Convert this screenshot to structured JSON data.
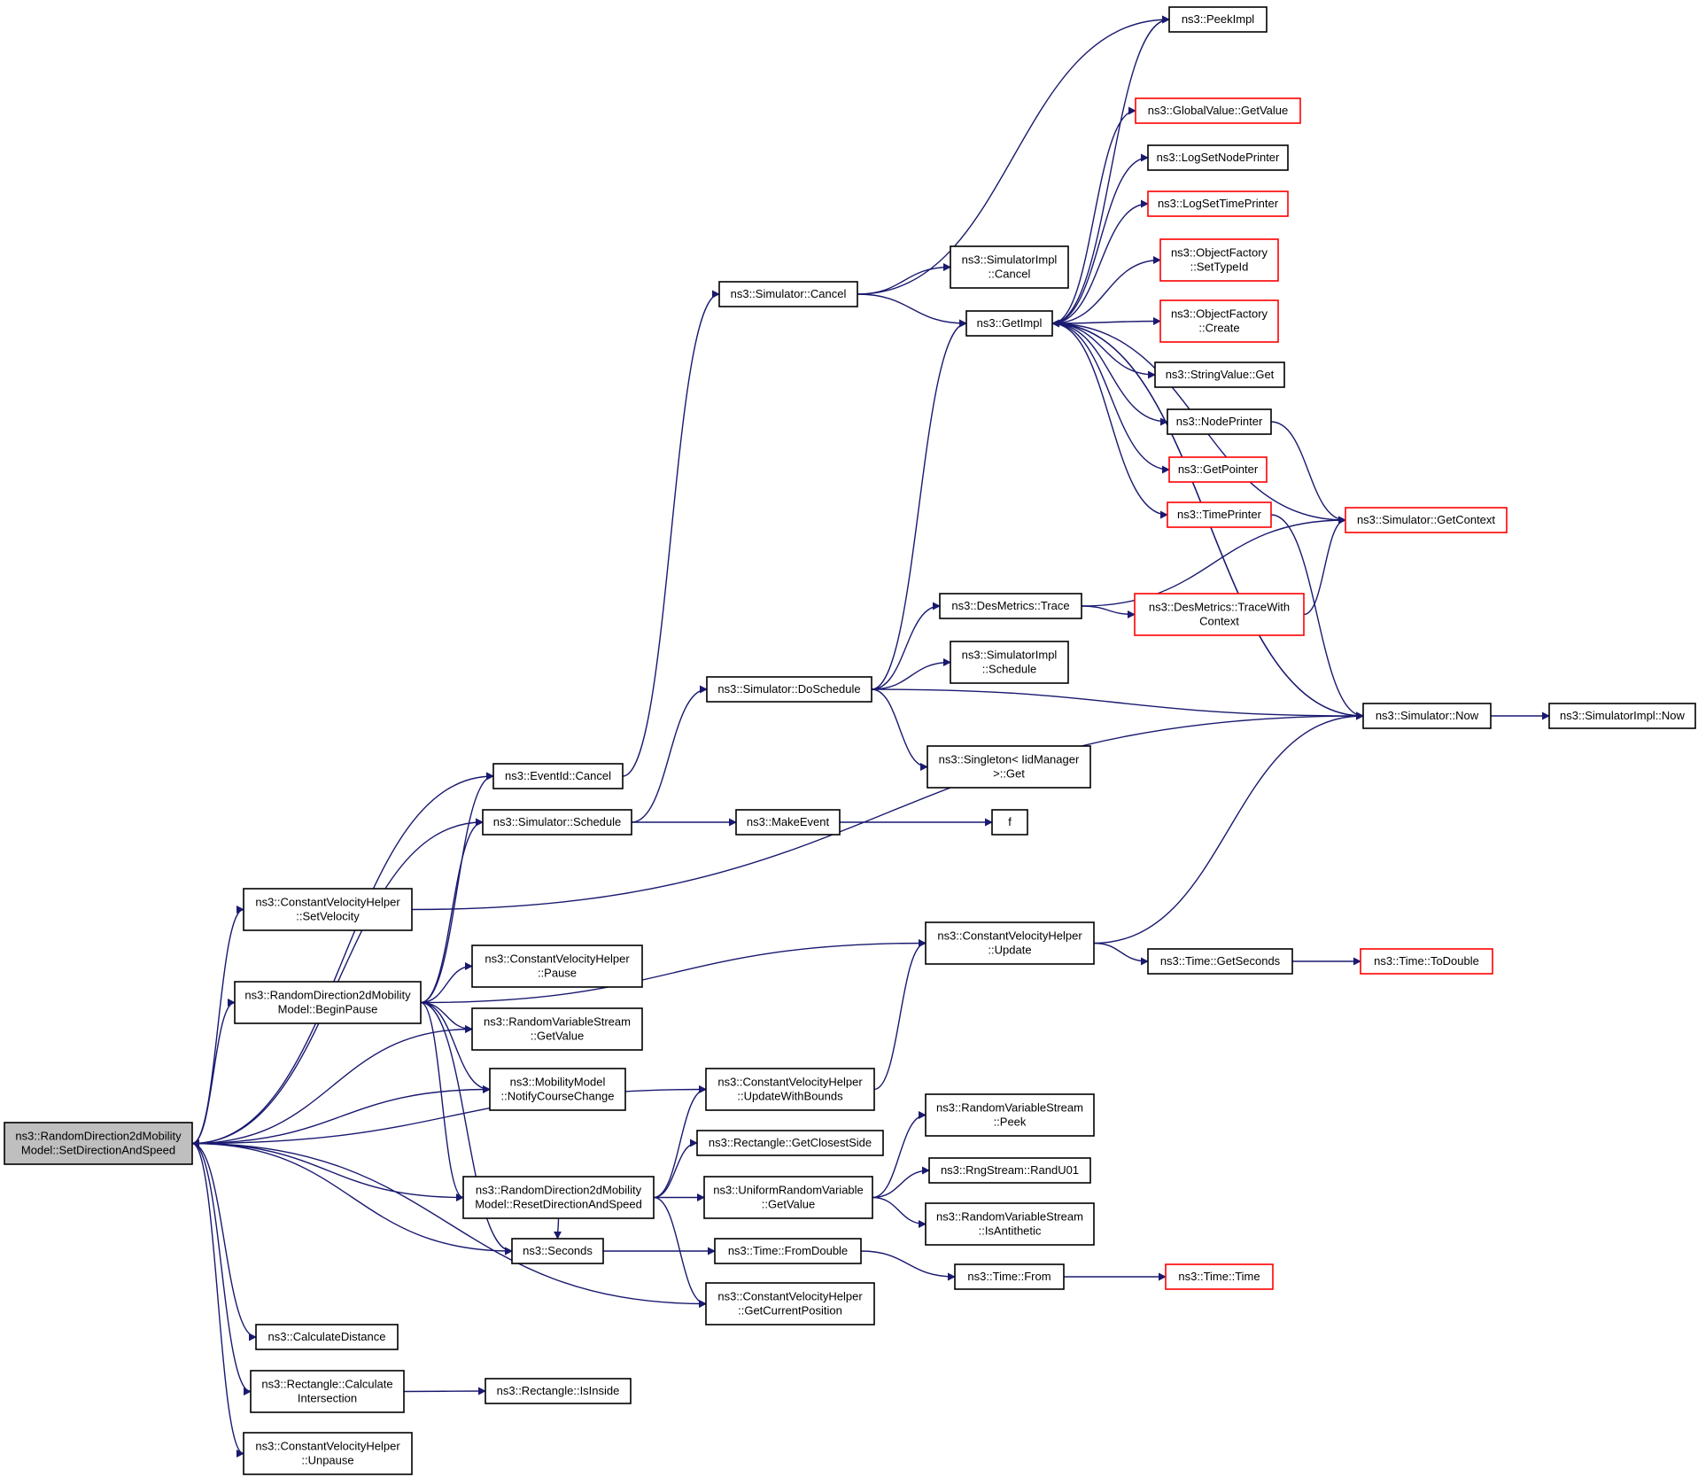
{
  "colors": {
    "edge": "#191970",
    "border_normal": "#000000",
    "border_truncated": "#ff0000",
    "root_fill": "#bfbfbf",
    "node_fill": "#ffffff"
  },
  "nodes": [
    {
      "id": "root",
      "lines": [
        "ns3::RandomDirection2dMobility",
        "Model::SetDirectionAndSpeed"
      ],
      "style": "root"
    },
    {
      "id": "eventid_cancel",
      "lines": [
        "ns3::EventId::Cancel"
      ],
      "style": "normal"
    },
    {
      "id": "sim_schedule",
      "lines": [
        "ns3::Simulator::Schedule"
      ],
      "style": "normal"
    },
    {
      "id": "cvh_setvelocity",
      "lines": [
        "ns3::ConstantVelocityHelper",
        "::SetVelocity"
      ],
      "style": "normal"
    },
    {
      "id": "begin_pause",
      "lines": [
        "ns3::RandomDirection2dMobility",
        "Model::BeginPause"
      ],
      "style": "normal"
    },
    {
      "id": "cvh_pause",
      "lines": [
        "ns3::ConstantVelocityHelper",
        "::Pause"
      ],
      "style": "normal"
    },
    {
      "id": "rvs_getvalue",
      "lines": [
        "ns3::RandomVariableStream",
        "::GetValue"
      ],
      "style": "normal"
    },
    {
      "id": "mm_notify",
      "lines": [
        "ns3::MobilityModel",
        "::NotifyCourseChange"
      ],
      "style": "normal"
    },
    {
      "id": "reset_dir",
      "lines": [
        "ns3::RandomDirection2dMobility",
        "Model::ResetDirectionAndSpeed"
      ],
      "style": "normal"
    },
    {
      "id": "seconds",
      "lines": [
        "ns3::Seconds"
      ],
      "style": "normal"
    },
    {
      "id": "calc_distance",
      "lines": [
        "ns3::CalculateDistance"
      ],
      "style": "normal"
    },
    {
      "id": "rect_calc_int",
      "lines": [
        "ns3::Rectangle::Calculate",
        "Intersection"
      ],
      "style": "normal"
    },
    {
      "id": "cvh_unpause",
      "lines": [
        "ns3::ConstantVelocityHelper",
        "::Unpause"
      ],
      "style": "normal"
    },
    {
      "id": "rect_isinside",
      "lines": [
        "ns3::Rectangle::IsInside"
      ],
      "style": "normal"
    },
    {
      "id": "sim_cancel",
      "lines": [
        "ns3::Simulator::Cancel"
      ],
      "style": "normal"
    },
    {
      "id": "sim_doschedule",
      "lines": [
        "ns3::Simulator::DoSchedule"
      ],
      "style": "normal"
    },
    {
      "id": "makeevent",
      "lines": [
        "ns3::MakeEvent"
      ],
      "style": "normal"
    },
    {
      "id": "f",
      "lines": [
        "f"
      ],
      "style": "normal"
    },
    {
      "id": "cvh_update",
      "lines": [
        "ns3::ConstantVelocityHelper",
        "::Update"
      ],
      "style": "normal"
    },
    {
      "id": "cvh_updatewb",
      "lines": [
        "ns3::ConstantVelocityHelper",
        "::UpdateWithBounds"
      ],
      "style": "normal"
    },
    {
      "id": "rect_closest",
      "lines": [
        "ns3::Rectangle::GetClosestSide"
      ],
      "style": "normal"
    },
    {
      "id": "urv_getvalue",
      "lines": [
        "ns3::UniformRandomVariable",
        "::GetValue"
      ],
      "style": "normal"
    },
    {
      "id": "time_fromdouble",
      "lines": [
        "ns3::Time::FromDouble"
      ],
      "style": "normal"
    },
    {
      "id": "cvh_getcurpos",
      "lines": [
        "ns3::ConstantVelocityHelper",
        "::GetCurrentPosition"
      ],
      "style": "normal"
    },
    {
      "id": "simimpl_cancel",
      "lines": [
        "ns3::SimulatorImpl",
        "::Cancel"
      ],
      "style": "normal"
    },
    {
      "id": "getimpl",
      "lines": [
        "ns3::GetImpl"
      ],
      "style": "normal"
    },
    {
      "id": "desm_trace",
      "lines": [
        "ns3::DesMetrics::Trace"
      ],
      "style": "normal"
    },
    {
      "id": "simimpl_schedule",
      "lines": [
        "ns3::SimulatorImpl",
        "::Schedule"
      ],
      "style": "normal"
    },
    {
      "id": "singleton_get",
      "lines": [
        "ns3::Singleton< IidManager",
        ">::Get"
      ],
      "style": "normal"
    },
    {
      "id": "time_getseconds",
      "lines": [
        "ns3::Time::GetSeconds"
      ],
      "style": "normal"
    },
    {
      "id": "rvs_peek",
      "lines": [
        "ns3::RandomVariableStream",
        "::Peek"
      ],
      "style": "normal"
    },
    {
      "id": "rng_randu01",
      "lines": [
        "ns3::RngStream::RandU01"
      ],
      "style": "normal"
    },
    {
      "id": "rvs_isanti",
      "lines": [
        "ns3::RandomVariableStream",
        "::IsAntithetic"
      ],
      "style": "normal"
    },
    {
      "id": "time_from",
      "lines": [
        "ns3::Time::From"
      ],
      "style": "normal"
    },
    {
      "id": "peekimpl",
      "lines": [
        "ns3::PeekImpl"
      ],
      "style": "normal"
    },
    {
      "id": "gv_getvalue",
      "lines": [
        "ns3::GlobalValue::GetValue"
      ],
      "style": "truncated"
    },
    {
      "id": "logsetnode",
      "lines": [
        "ns3::LogSetNodePrinter"
      ],
      "style": "normal"
    },
    {
      "id": "logsettime",
      "lines": [
        "ns3::LogSetTimePrinter"
      ],
      "style": "truncated"
    },
    {
      "id": "of_settypeid",
      "lines": [
        "ns3::ObjectFactory",
        "::SetTypeId"
      ],
      "style": "truncated"
    },
    {
      "id": "of_create",
      "lines": [
        "ns3::ObjectFactory",
        "::Create"
      ],
      "style": "truncated"
    },
    {
      "id": "sv_get",
      "lines": [
        "ns3::StringValue::Get"
      ],
      "style": "normal"
    },
    {
      "id": "nodeprinter",
      "lines": [
        "ns3::NodePrinter"
      ],
      "style": "normal"
    },
    {
      "id": "getpointer",
      "lines": [
        "ns3::GetPointer"
      ],
      "style": "truncated"
    },
    {
      "id": "timeprinter",
      "lines": [
        "ns3::TimePrinter"
      ],
      "style": "truncated"
    },
    {
      "id": "desm_tracewc",
      "lines": [
        "ns3::DesMetrics::TraceWith",
        "Context"
      ],
      "style": "truncated"
    },
    {
      "id": "sim_getcontext",
      "lines": [
        "ns3::Simulator::GetContext"
      ],
      "style": "truncated"
    },
    {
      "id": "sim_now",
      "lines": [
        "ns3::Simulator::Now"
      ],
      "style": "normal"
    },
    {
      "id": "simimpl_now",
      "lines": [
        "ns3::SimulatorImpl::Now"
      ],
      "style": "normal"
    },
    {
      "id": "time_todouble",
      "lines": [
        "ns3::Time::ToDouble"
      ],
      "style": "truncated"
    },
    {
      "id": "time_time",
      "lines": [
        "ns3::Time::Time"
      ],
      "style": "truncated"
    }
  ],
  "edges": [
    [
      "root",
      "eventid_cancel"
    ],
    [
      "root",
      "sim_schedule"
    ],
    [
      "root",
      "cvh_setvelocity"
    ],
    [
      "root",
      "begin_pause"
    ],
    [
      "root",
      "rvs_getvalue"
    ],
    [
      "root",
      "mm_notify"
    ],
    [
      "root",
      "cvh_updatewb"
    ],
    [
      "root",
      "seconds"
    ],
    [
      "root",
      "cvh_getcurpos"
    ],
    [
      "root",
      "calc_distance"
    ],
    [
      "root",
      "rect_calc_int"
    ],
    [
      "root",
      "cvh_unpause"
    ],
    [
      "reset_dir",
      "root"
    ],
    [
      "begin_pause",
      "eventid_cancel"
    ],
    [
      "begin_pause",
      "sim_schedule"
    ],
    [
      "begin_pause",
      "cvh_update"
    ],
    [
      "begin_pause",
      "cvh_pause"
    ],
    [
      "begin_pause",
      "rvs_getvalue"
    ],
    [
      "begin_pause",
      "mm_notify"
    ],
    [
      "begin_pause",
      "reset_dir"
    ],
    [
      "begin_pause",
      "seconds"
    ],
    [
      "reset_dir",
      "cvh_updatewb"
    ],
    [
      "reset_dir",
      "rect_closest"
    ],
    [
      "reset_dir",
      "urv_getvalue"
    ],
    [
      "reset_dir",
      "seconds"
    ],
    [
      "reset_dir",
      "cvh_getcurpos"
    ],
    [
      "eventid_cancel",
      "sim_cancel"
    ],
    [
      "sim_schedule",
      "sim_doschedule"
    ],
    [
      "sim_schedule",
      "makeevent"
    ],
    [
      "makeevent",
      "f"
    ],
    [
      "cvh_setvelocity",
      "sim_now"
    ],
    [
      "cvh_update",
      "sim_now"
    ],
    [
      "cvh_update",
      "time_getseconds"
    ],
    [
      "cvh_updatewb",
      "cvh_update"
    ],
    [
      "urv_getvalue",
      "rvs_peek"
    ],
    [
      "urv_getvalue",
      "rng_randu01"
    ],
    [
      "urv_getvalue",
      "rvs_isanti"
    ],
    [
      "seconds",
      "time_fromdouble"
    ],
    [
      "time_fromdouble",
      "time_from"
    ],
    [
      "time_from",
      "time_time"
    ],
    [
      "time_getseconds",
      "time_todouble"
    ],
    [
      "rect_calc_int",
      "rect_isinside"
    ],
    [
      "sim_cancel",
      "simimpl_cancel"
    ],
    [
      "sim_cancel",
      "getimpl"
    ],
    [
      "sim_cancel",
      "peekimpl"
    ],
    [
      "sim_doschedule",
      "getimpl"
    ],
    [
      "sim_doschedule",
      "desm_trace"
    ],
    [
      "sim_doschedule",
      "simimpl_schedule"
    ],
    [
      "sim_doschedule",
      "singleton_get"
    ],
    [
      "sim_doschedule",
      "sim_now"
    ],
    [
      "desm_trace",
      "desm_tracewc"
    ],
    [
      "desm_trace",
      "sim_getcontext"
    ],
    [
      "desm_tracewc",
      "sim_getcontext"
    ],
    [
      "getimpl",
      "peekimpl"
    ],
    [
      "getimpl",
      "gv_getvalue"
    ],
    [
      "getimpl",
      "logsetnode"
    ],
    [
      "getimpl",
      "logsettime"
    ],
    [
      "getimpl",
      "of_settypeid"
    ],
    [
      "getimpl",
      "of_create"
    ],
    [
      "getimpl",
      "sv_get"
    ],
    [
      "getimpl",
      "nodeprinter"
    ],
    [
      "getimpl",
      "getpointer"
    ],
    [
      "getimpl",
      "timeprinter"
    ],
    [
      "getimpl",
      "sim_now"
    ],
    [
      "nodeprinter",
      "sim_getcontext"
    ],
    [
      "timeprinter",
      "sim_now"
    ],
    [
      "sim_getcontext",
      "getimpl"
    ],
    [
      "sim_now",
      "getimpl"
    ],
    [
      "sim_now",
      "simimpl_now"
    ]
  ]
}
